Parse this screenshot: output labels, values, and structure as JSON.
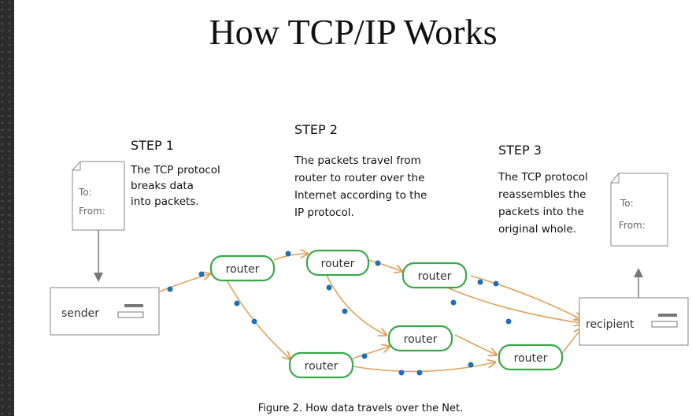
{
  "title": "How TCP/IP Works",
  "diagram": {
    "steps": [
      {
        "heading": "STEP 1",
        "lines": [
          "The TCP protocol",
          "breaks data",
          "into packets."
        ]
      },
      {
        "heading": "STEP 2",
        "lines": [
          "The packets travel from",
          "router to router over the",
          "Internet according to the",
          "IP protocol."
        ]
      },
      {
        "heading": "STEP 3",
        "lines": [
          "The TCP protocol",
          "reassembles the",
          "packets into the",
          "original whole."
        ]
      }
    ],
    "sender_doc": {
      "to": "To:",
      "from": "From:"
    },
    "recipient_doc": {
      "to": "To:",
      "from": "From:"
    },
    "nodes": {
      "sender": "sender",
      "recipient": "recipient",
      "router": "router"
    },
    "caption": "Figure 2. How data travels over the Net."
  },
  "colors": {
    "node_border": "#3aa84a",
    "arrow": "#e0a25c",
    "packet": "#1f6fb5"
  }
}
